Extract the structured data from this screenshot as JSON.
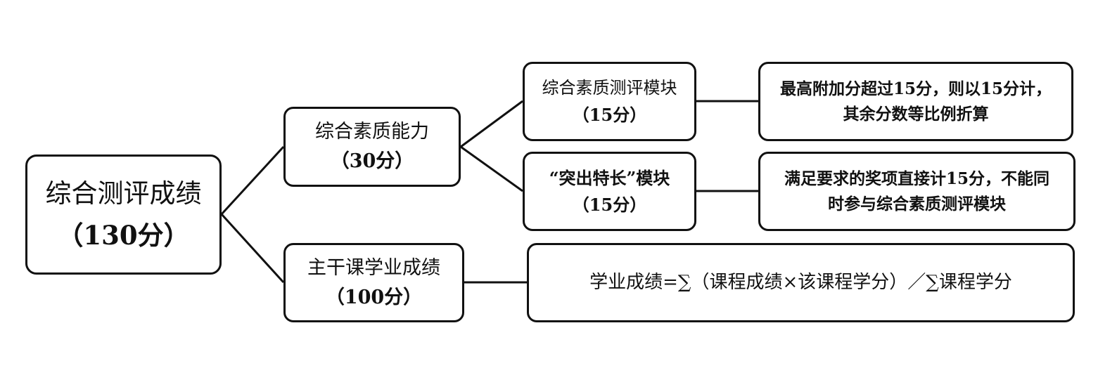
{
  "root": {
    "title": "综合测评成绩",
    "score": "（130分）"
  },
  "quality": {
    "title": "综合素质能力",
    "score": "（30分）",
    "modules": [
      {
        "title": "综合素质测评模块",
        "score": "（15分）",
        "rule_line1": "最高附加分超过15分，则以15分计，",
        "rule_line2": "其余分数等比例折算"
      },
      {
        "title": "“突出特长”模块",
        "score": "（15分）",
        "rule_line1": "满足要求的奖项直接计15分，不能同",
        "rule_line2": "时参与综合素质测评模块"
      }
    ]
  },
  "academic": {
    "title": "主干课学业成绩",
    "score": "（100分）",
    "formula": "学业成绩=∑（课程成绩×该课程学分）／∑课程学分"
  },
  "colors": {
    "stroke": "#111111",
    "fill": "#ffffff"
  }
}
